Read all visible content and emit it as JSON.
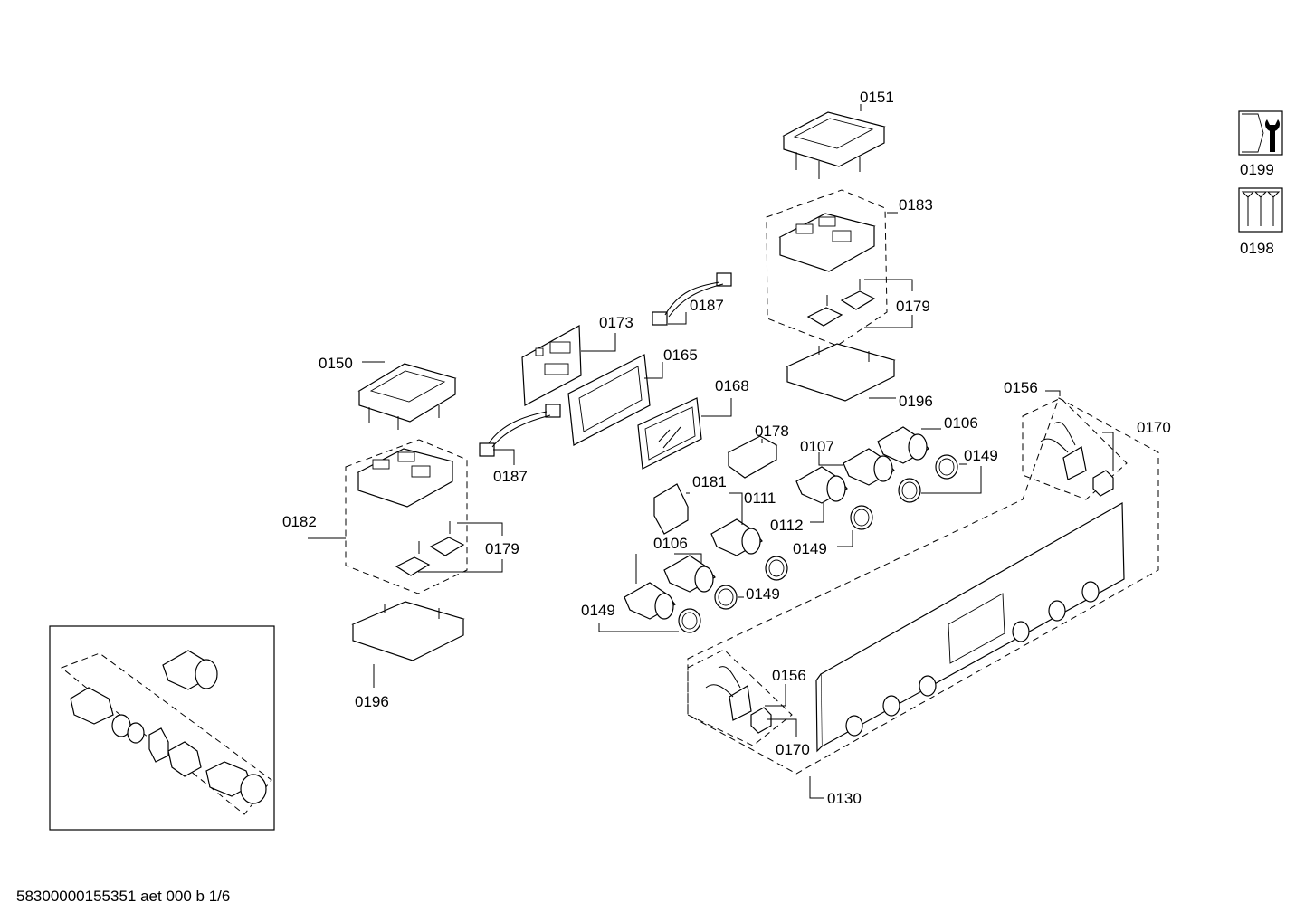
{
  "callouts": {
    "c0151": "0151",
    "c0183": "0183",
    "c0179a": "0179",
    "c0187a": "0187",
    "c0173": "0173",
    "c0165": "0165",
    "c0150": "0150",
    "c0168": "0168",
    "c0196a": "0196",
    "c0156a": "0156",
    "c0170a": "0170",
    "c0106a": "0106",
    "c0107": "0107",
    "c0149a": "0149",
    "c0178": "0178",
    "c0187b": "0187",
    "c0181": "0181",
    "c0111": "0111",
    "c0112": "0112",
    "c0149b": "0149",
    "c0182": "0182",
    "c0179b": "0179",
    "c0106b": "0106",
    "c0149c": "0149",
    "c0149d": "0149",
    "c0156b": "0156",
    "c0196b": "0196",
    "c0170b": "0170",
    "c0130": "0130",
    "c0199": "0199",
    "c0198": "0198"
  },
  "icons": {
    "tool_icon": "wrench-icon",
    "screws_icon": "screws-icon"
  },
  "footer": {
    "drawing_id": "58300000155351 aet 000 b 1/6"
  }
}
